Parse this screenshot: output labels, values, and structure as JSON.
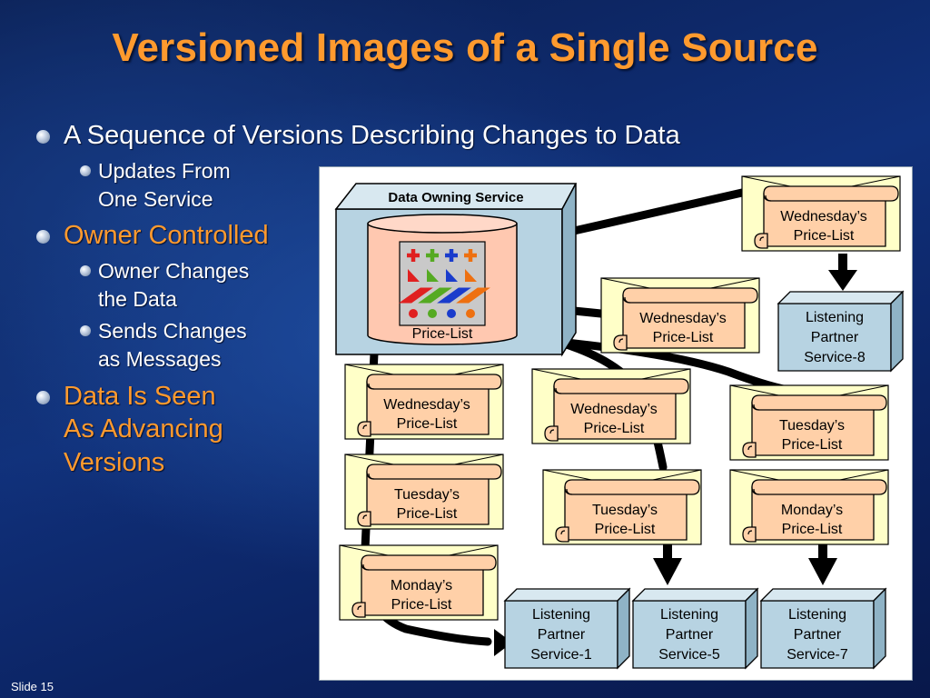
{
  "slide": {
    "title": "Versioned Images of a Single Source",
    "slide_number": "Slide 15"
  },
  "bullets": {
    "b1": "A Sequence of Versions Describing Changes to Data",
    "b1_sub1_l1": "Updates From",
    "b1_sub1_l2": "One Service",
    "b2": "Owner Controlled",
    "b2_sub1_l1": "Owner Changes",
    "b2_sub1_l2": "the Data",
    "b2_sub2_l1": "Sends Changes",
    "b2_sub2_l2": "as Messages",
    "b3_l1": "Data Is Seen",
    "b3_l2": "As Advancing",
    "b3_l3": "Versions"
  },
  "colors": {
    "title": "#ff9a2e",
    "box_fill": "#b7d3e2",
    "cylinder_fill": "#ffc8b0",
    "envelope_fill": "#ffffc8",
    "scroll_fill": "#ffd0a8"
  },
  "diagram": {
    "owner": {
      "title": "Data Owning Service",
      "db_label": "Price-List"
    },
    "messages": {
      "m1": {
        "l1": "Wednesday’s",
        "l2": "Price-List"
      },
      "m2": {
        "l1": "Wednesday’s",
        "l2": "Price-List"
      },
      "m3": {
        "l1": "Wednesday’s",
        "l2": "Price-List"
      },
      "m4": {
        "l1": "Wednesday’s",
        "l2": "Price-List"
      },
      "m5": {
        "l1": "Tuesday’s",
        "l2": "Price-List"
      },
      "m6": {
        "l1": "Tuesday’s",
        "l2": "Price-List"
      },
      "m7": {
        "l1": "Tuesday’s",
        "l2": "Price-List"
      },
      "m8": {
        "l1": "Monday’s",
        "l2": "Price-List"
      },
      "m9": {
        "l1": "Monday’s",
        "l2": "Price-List"
      }
    },
    "listeners": {
      "s8": {
        "l1": "Listening",
        "l2": "Partner",
        "l3": "Service-8"
      },
      "s1": {
        "l1": "Listening",
        "l2": "Partner",
        "l3": "Service-1"
      },
      "s5": {
        "l1": "Listening",
        "l2": "Partner",
        "l3": "Service-5"
      },
      "s7": {
        "l1": "Listening",
        "l2": "Partner",
        "l3": "Service-7"
      }
    }
  }
}
